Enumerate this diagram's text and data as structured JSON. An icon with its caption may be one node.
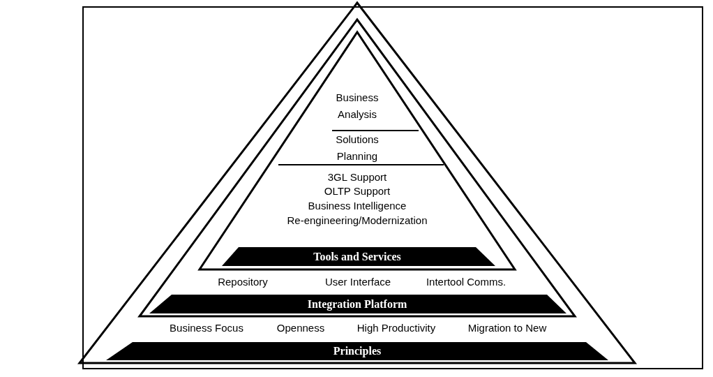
{
  "diagram": {
    "nodes": [
      {
        "text": [
          "Business Focus",
          "Openness",
          "High Productivity",
          "Migration to New"
        ]
      },
      {
        "text": [
          "Repository",
          "User Interface",
          "Intertool Comms."
        ],
        "in": 0
      },
      {
        "text": [],
        "shape": "triangle",
        "in": 1
      },
      {
        "text": [
          "Business Analysis"
        ],
        "in": 2
      },
      {
        "text": [
          "Solutions Planning"
        ],
        "in": 2
      },
      {
        "text": [
          "3GL Support",
          "OLTP Support",
          "Business Intelligence",
          "Re-engineering/Modernization"
        ],
        "in": 2
      },
      {
        "text": [
          "Tools and Services"
        ],
        "in": 2
      },
      {
        "text": [
          "Integration Platform"
        ],
        "in": 1
      },
      {
        "text": [
          "Principles"
        ],
        "in": 0
      }
    ]
  }
}
